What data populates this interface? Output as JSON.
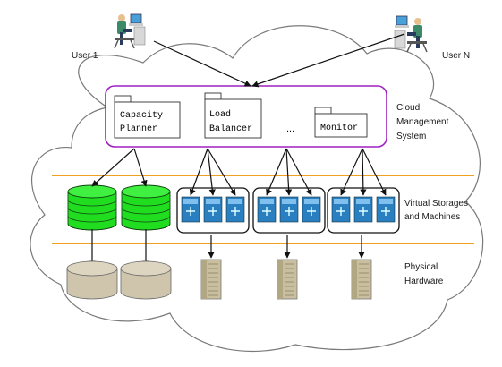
{
  "users": [
    {
      "label": "User 1"
    },
    {
      "label": "User N"
    }
  ],
  "management": {
    "title_lines": [
      "Cloud",
      "Management",
      "System"
    ],
    "modules": [
      {
        "lines": [
          "Capacity",
          "Planner"
        ]
      },
      {
        "lines": [
          "Load",
          "Balancer"
        ]
      },
      {
        "lines": [
          "Monitor"
        ]
      }
    ],
    "ellipsis": "..."
  },
  "layers": {
    "virtual_lines": [
      "Virtual Storages",
      "and Machines"
    ],
    "physical_lines": [
      "Physical",
      "Hardware"
    ]
  },
  "colors": {
    "management_border": "#a020c0",
    "layer_line": "#f0a020",
    "storage_green": "#20dd20",
    "vm_blue": "#2a7fc0",
    "disk_tan": "#cfc5ad",
    "server_tan": "#c9bf9f"
  },
  "icons": {
    "user": "user-at-computer-icon",
    "storage": "database-stack-icon",
    "vm": "virtual-machine-icon",
    "disk": "disk-icon",
    "server": "server-tower-icon",
    "module": "package-folder-icon"
  }
}
